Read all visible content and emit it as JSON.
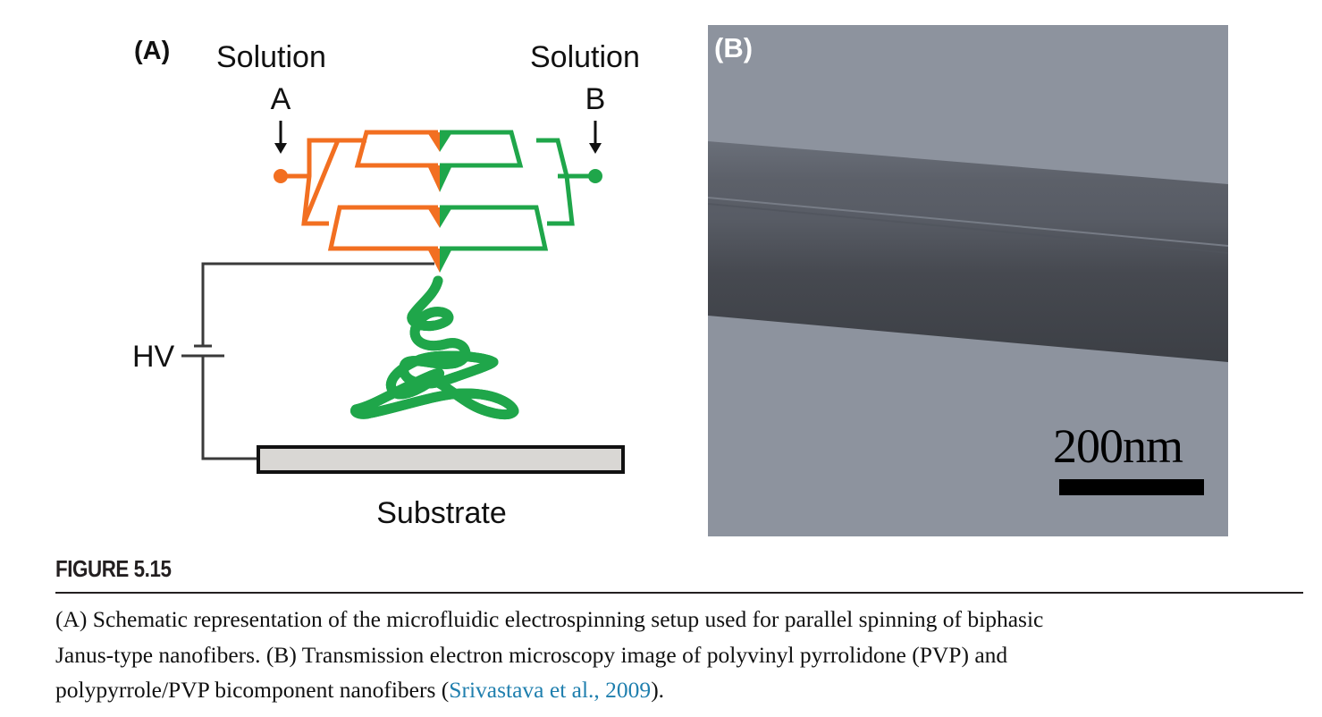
{
  "panel_a": {
    "label": "(A)",
    "solution_a": {
      "line1": "Solution",
      "line2": "A"
    },
    "solution_b": {
      "line1": "Solution",
      "line2": "B"
    },
    "hv_label": "HV",
    "substrate_label": "Substrate",
    "colors": {
      "solution_a": "#f26f21",
      "solution_b": "#1fa64a",
      "wire": "#3a3a3a",
      "substrate_fill": "#d9d7d4"
    },
    "icons": [
      "arrow-down-icon",
      "battery-icon"
    ]
  },
  "panel_b": {
    "label": "(B)",
    "scale_bar_label": "200nm",
    "description": "TEM image of bicomponent nanofiber"
  },
  "figure": {
    "title": "FIGURE 5.15",
    "caption_lines": [
      "(A) Schematic representation of the microfluidic electrospinning setup used for parallel spinning of biphasic",
      "Janus-type nanofibers. (B) Transmission electron microscopy image of polyvinyl pyrrolidone (PVP) and",
      "polypyrrole/PVP bicomponent nanofibers ("
    ],
    "citation": "Srivastava et al., 2009",
    "caption_end": ").",
    "citation_color": "#1f7fae"
  }
}
